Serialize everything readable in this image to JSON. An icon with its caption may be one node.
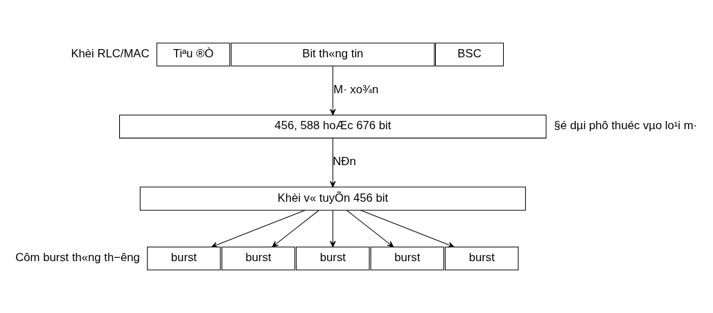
{
  "diagram": {
    "nodes": [
      {
        "text": [
          "Tiªu ®Ò"
        ]
      },
      {
        "text": [
          "Bit th«ng tin"
        ]
      },
      {
        "text": [
          "BSC"
        ]
      },
      {
        "text": [
          "456, 588 hoÆc 676 bit"
        ]
      },
      {
        "text": [
          "Khèi v« tuyÕn 456 bit"
        ]
      },
      {
        "text": [
          "burst"
        ]
      },
      {
        "text": [
          "burst"
        ]
      },
      {
        "text": [
          "burst"
        ]
      },
      {
        "text": [
          "burst"
        ]
      },
      {
        "text": [
          "burst"
        ]
      }
    ],
    "edges": [
      {
        "from": 1,
        "to": 3,
        "arrow": "to",
        "label": "M· xo¾n"
      },
      {
        "from": 3,
        "to": 4,
        "arrow": "to",
        "label": "NÐn"
      },
      {
        "from": 4,
        "to": 5,
        "arrow": "to"
      },
      {
        "from": 4,
        "to": 6,
        "arrow": "to"
      },
      {
        "from": 4,
        "to": 7,
        "arrow": "to"
      },
      {
        "from": 4,
        "to": 8,
        "arrow": "to"
      },
      {
        "from": 4,
        "to": 9,
        "arrow": "to"
      }
    ],
    "labels": [
      "Khèi RLC/MAC",
      "§é dµi phô thuéc vµo lo¹i m·",
      "Côm burst th«ng th−êng"
    ]
  }
}
